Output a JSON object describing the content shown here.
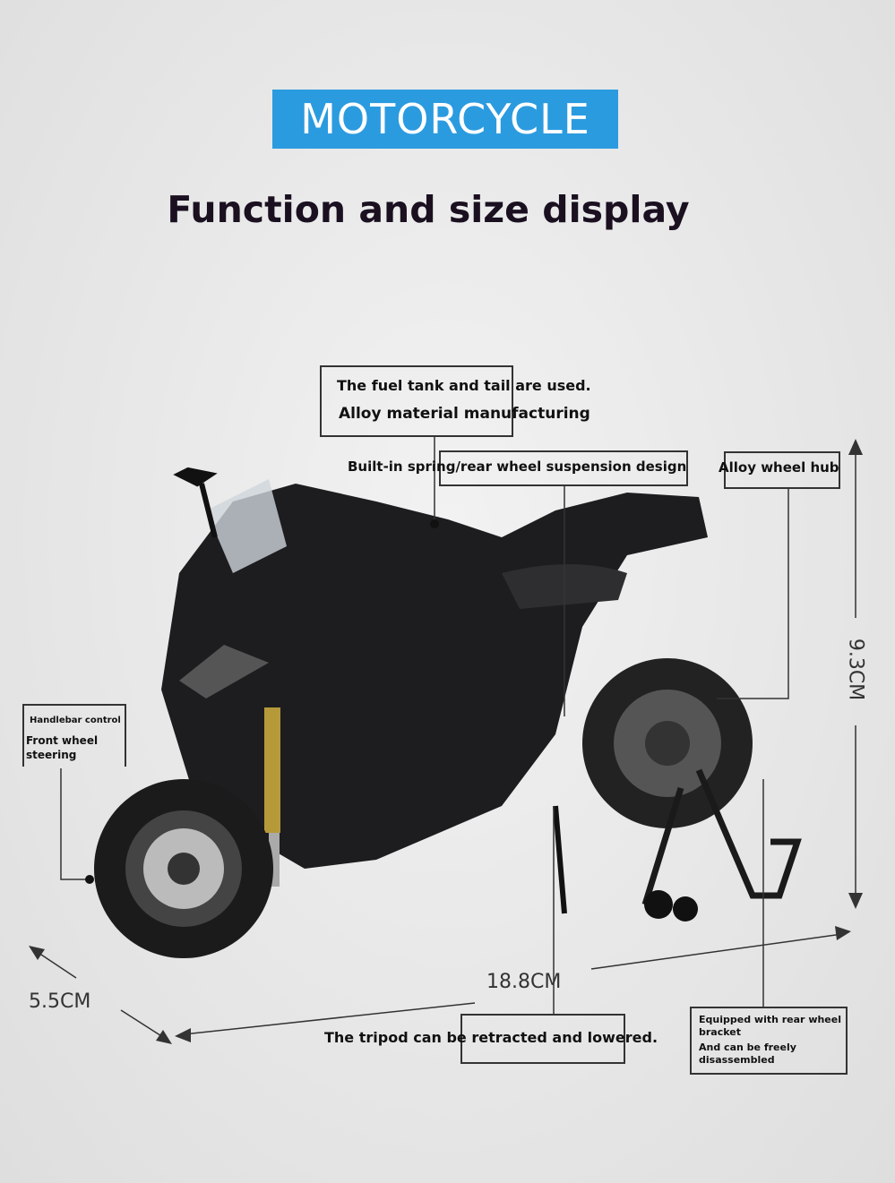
{
  "header": {
    "badge": "MOTORCYCLE",
    "title": "Function and size display"
  },
  "callouts": {
    "fuel_tank_line1": "The fuel tank and tail are used.",
    "fuel_tank_line2": "Alloy material manufacturing",
    "suspension": "Built-in spring/rear wheel suspension design",
    "wheel_hub": "Alloy wheel hub",
    "handlebar_line1": "Handlebar control",
    "handlebar_line2": "Front wheel",
    "handlebar_line3": "steering",
    "tripod": "The tripod can be retracted and lowered.",
    "bracket_line1": "Equipped with rear wheel",
    "bracket_line2": "bracket",
    "bracket_line3": "And can be freely",
    "bracket_line4": "disassembled"
  },
  "dimensions": {
    "height": "9.3CM",
    "length": "18.8CM",
    "width": "5.5CM"
  },
  "colors": {
    "accent": "#2b9be0",
    "bike": "#1a1a1c"
  }
}
